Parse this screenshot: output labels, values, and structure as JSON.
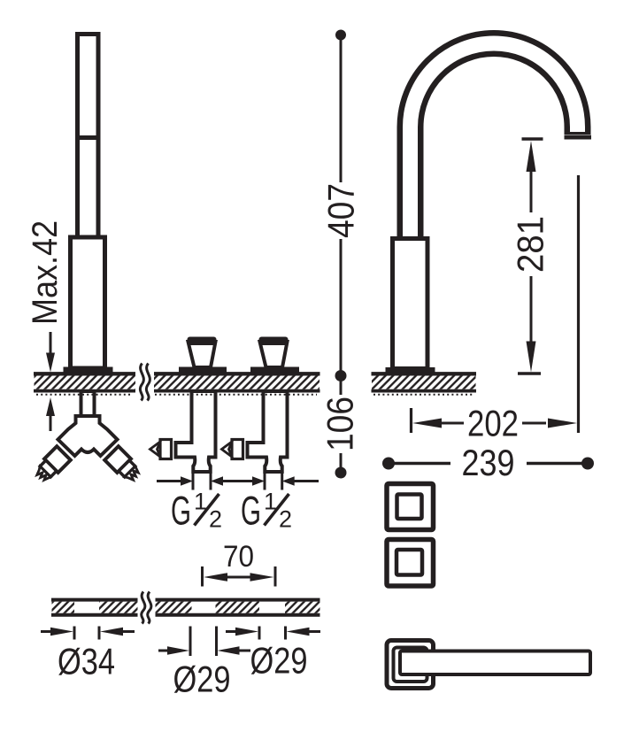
{
  "drawing": {
    "kind": "faucet-installation-dimension-diagram",
    "background": "#ffffff",
    "line_color": "#231f20",
    "dims": {
      "max_thickness": "Max.42",
      "total_height": "407",
      "spout_height": "281",
      "under_counter": "106",
      "reach_202": "202",
      "reach_239": "239",
      "spacing_70": "70",
      "dia_34": "Ø34",
      "dia_29_center": "Ø29",
      "dia_29_right": "Ø29"
    },
    "threads": {
      "left": {
        "prefix": "G",
        "num": "1",
        "den": "2"
      },
      "right": {
        "prefix": "G",
        "num": "1",
        "den": "2"
      }
    }
  }
}
